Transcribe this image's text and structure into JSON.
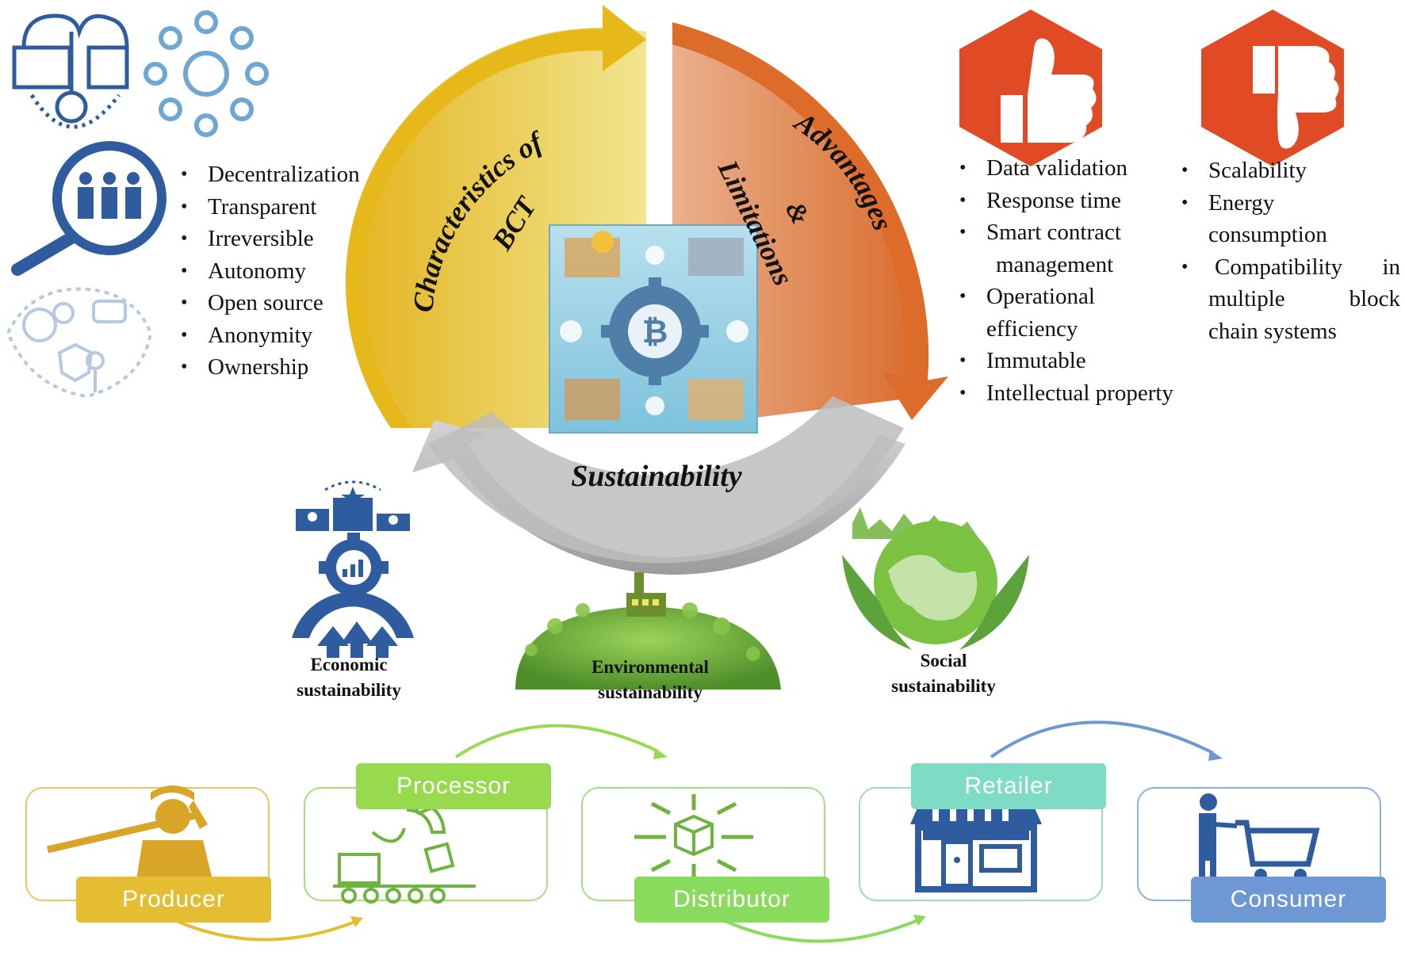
{
  "wheel": {
    "characteristics_line1": "Characteristics of",
    "characteristics_line2": "BCT",
    "advantages_line1": "Advantages",
    "advantages_line2": "&",
    "advantages_line3": "Limitations",
    "sustainability": "Sustainability"
  },
  "characteristics": [
    "Decentralization",
    "Transparent",
    "Irreversible",
    "Autonomy",
    "Open source",
    "Anonymity",
    "Ownership"
  ],
  "advantages": [
    "Data validation",
    "Response time",
    "Smart contract",
    "management",
    "Operational",
    "efficiency",
    "Immutable",
    "Intellectual property"
  ],
  "limitations": {
    "scalability": "Scalability",
    "energy_1": "Energy",
    "energy_2": "consumption",
    "compat_1a": "Compatibility",
    "compat_1b": "in",
    "compat_2a": "multiple",
    "compat_2b": "block",
    "compat_3": "chain systems"
  },
  "sustainability": {
    "economic_1": "Economic",
    "economic_2": "sustainability",
    "environmental_1": "Environmental",
    "environmental_2": "sustainability",
    "social_1": "Social",
    "social_2": "sustainability"
  },
  "chain": [
    "Producer",
    "Processor",
    "Distributor",
    "Retailer",
    "Consumer"
  ],
  "colors": {
    "yellow": "#e7be2e",
    "orange": "#e0773a",
    "gray": "#a9aaab",
    "blue_icon": "#2f5c9e",
    "red_icon": "#e04a24",
    "green": "#6fb43f",
    "producer": "#e5bd32",
    "processor": "#97da4e",
    "distributor": "#88db5c",
    "retailer": "#7fdcc4",
    "consumer": "#6d98d3"
  },
  "icons": [
    "lock-key-icon",
    "network-icon",
    "people-search-icon",
    "gear-shield-icon",
    "thumbs-up-icon",
    "thumbs-down-icon",
    "bitcoin-gear-icon",
    "podium-icon",
    "gear-chart-icon",
    "gear-arrows-icon",
    "factory-globe-icon",
    "earth-hands-icon",
    "farmer-icon",
    "conveyor-icon",
    "box-arrows-icon",
    "storefront-icon",
    "shopping-cart-icon"
  ]
}
